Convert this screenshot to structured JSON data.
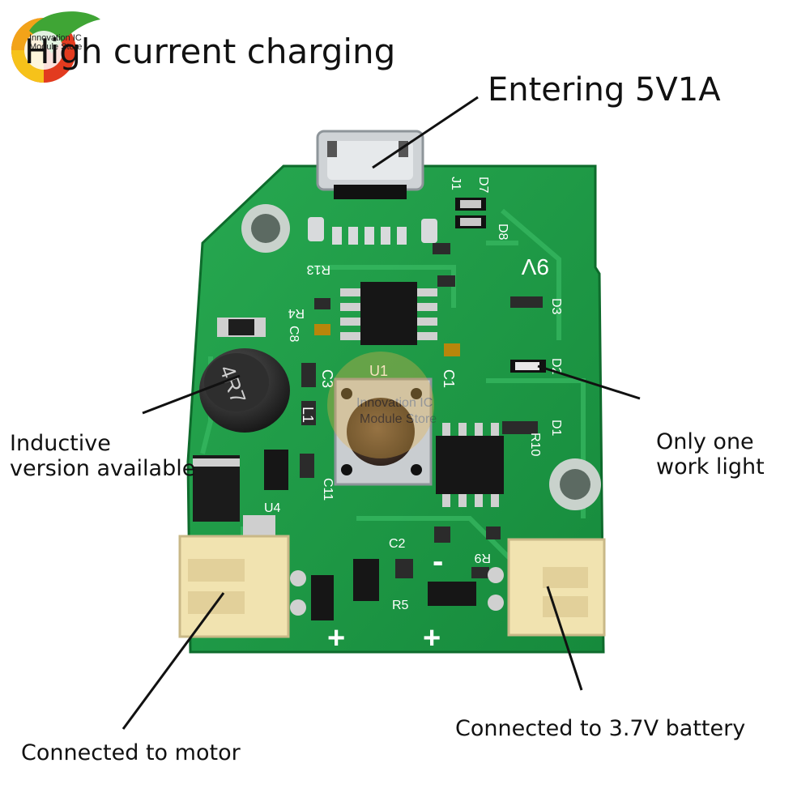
{
  "header": {
    "title": "High current charging",
    "logo_text_1": "Innovation IC",
    "logo_text_2": "Module Store"
  },
  "callouts": {
    "input": "Entering 5V1A",
    "inductor_1": "Inductive",
    "inductor_2": "version available",
    "light_1": "Only one",
    "light_2": "work light",
    "motor": "Connected to motor",
    "battery": "Connected to 3.7V battery"
  },
  "board": {
    "silk_voltage": "9V",
    "inductor_marking": "4R7",
    "ref_j1": "J1",
    "ref_d7": "D7",
    "ref_d8": "D8",
    "ref_d3": "D3",
    "ref_d2": "D2",
    "ref_d1": "D1",
    "ref_r13": "R13",
    "ref_r4": "R4",
    "ref_c8": "C8",
    "ref_c3": "C3",
    "ref_u1": "U1",
    "ref_c1": "C1",
    "ref_r10": "R10",
    "ref_c11": "C11",
    "ref_u4": "U4",
    "ref_c2": "C2",
    "ref_r5": "R5",
    "ref_r9": "R9",
    "ref_l1": "L1",
    "minus": "-",
    "plus_left": "+",
    "plus_right": "+",
    "watermark_1": "Innovation IC",
    "watermark_2": "Module Store"
  },
  "colors": {
    "pcb": "#1f9a47",
    "pcb_dark": "#147a35",
    "connector": "#f1e3b0",
    "silk": "#ffffff"
  }
}
